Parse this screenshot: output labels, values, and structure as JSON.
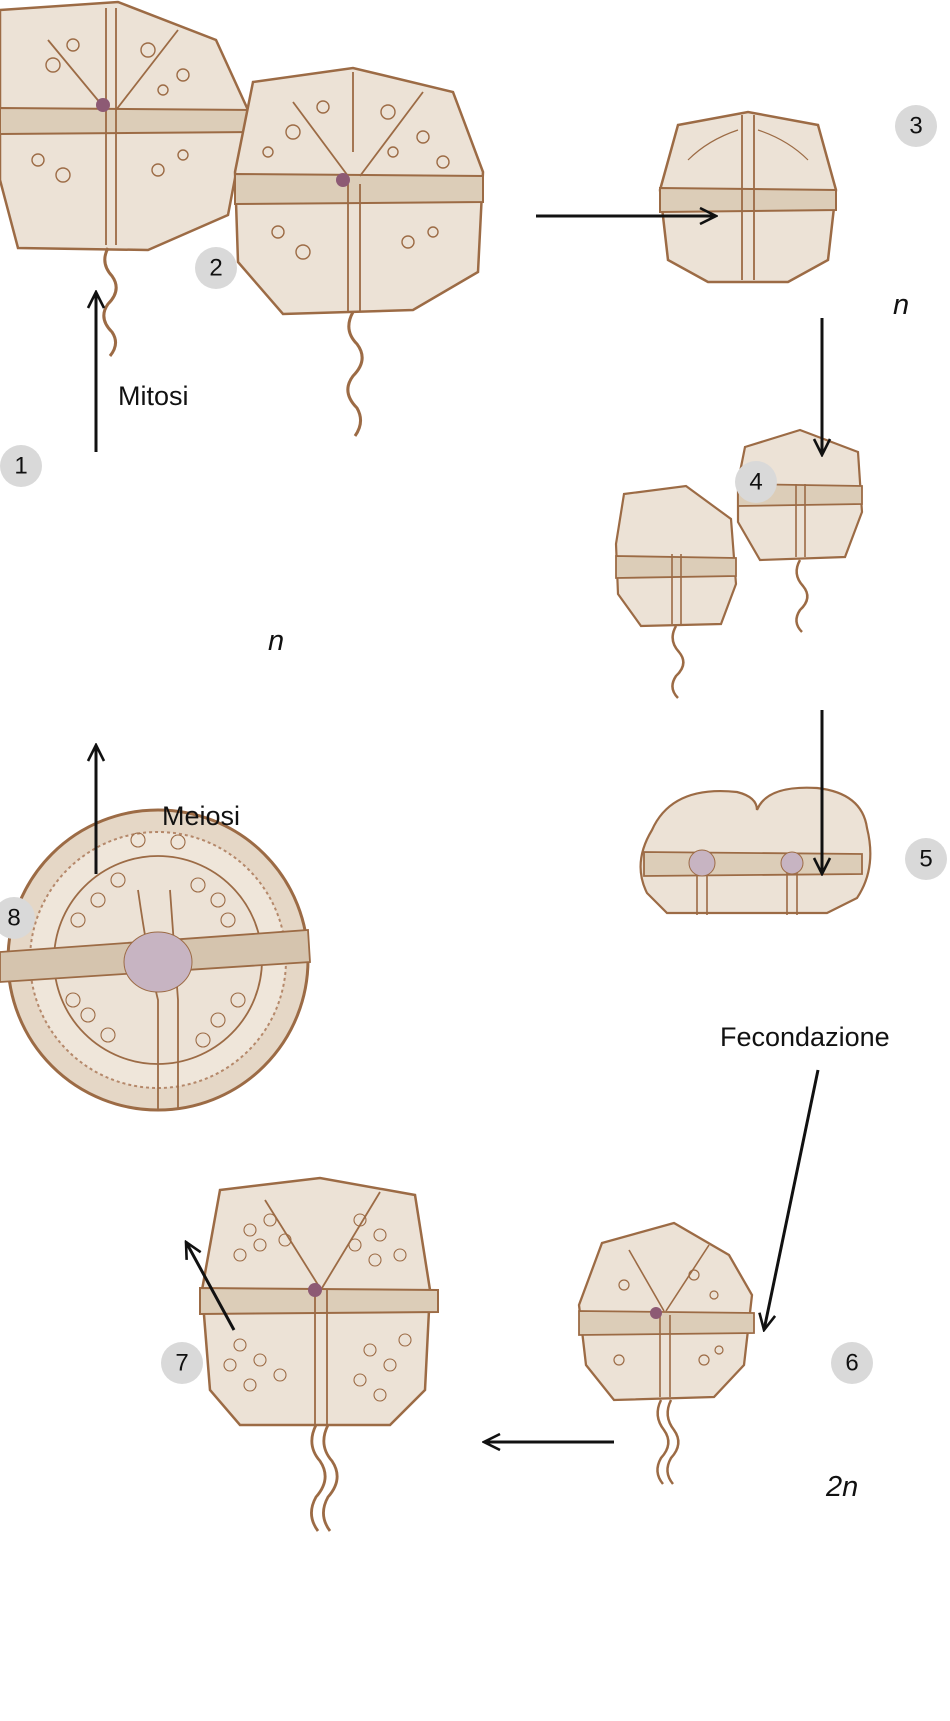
{
  "stages": [
    {
      "number": "1",
      "ploidy": "n"
    },
    {
      "number": "2",
      "ploidy": ""
    },
    {
      "number": "3",
      "ploidy": "n"
    },
    {
      "number": "4",
      "ploidy": ""
    },
    {
      "number": "5",
      "ploidy": ""
    },
    {
      "number": "6",
      "ploidy": "2n"
    },
    {
      "number": "7",
      "ploidy": ""
    },
    {
      "number": "8",
      "ploidy": ""
    }
  ],
  "process_labels": {
    "mitosis": "Mitosi",
    "meiosis": "Meiosi",
    "fertilization": "Fecondazione"
  },
  "colors": {
    "cell_outline": "#9c6b45",
    "cell_fill": "#ece2d6",
    "girdle_fill": "#dccdb8",
    "zygote_fill": "#d9c4b0",
    "nucleus": "#8d5a74",
    "zygote_nucleus": "#c7b4c2",
    "badge": "#d9d9d9",
    "arrow": "#111111"
  }
}
